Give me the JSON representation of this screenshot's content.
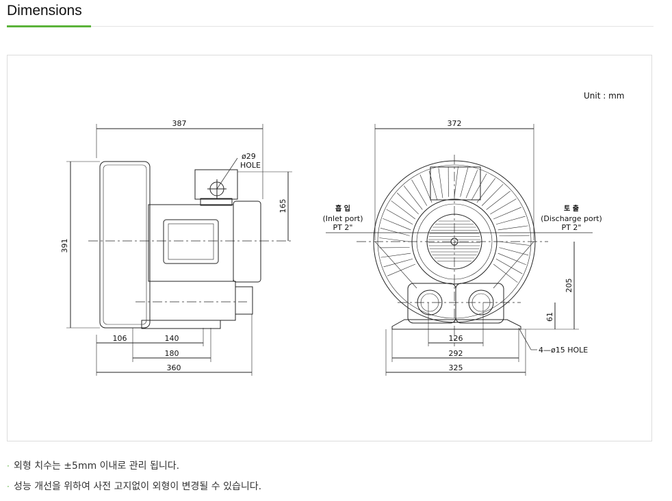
{
  "header": {
    "title": "Dimensions"
  },
  "figure": {
    "unit_label": "Unit : mm",
    "side_view": {
      "dims": {
        "total_length": "387",
        "height": "391",
        "top_offset": "165",
        "base_106": "106",
        "base_140": "140",
        "base_180": "180",
        "base_360": "360"
      },
      "hole": {
        "dia": "ø29",
        "label": "HOLE"
      }
    },
    "front_view": {
      "dims": {
        "width": "372",
        "height_205": "205",
        "height_61": "61",
        "d126": "126",
        "d292": "292",
        "d325": "325"
      },
      "inlet": {
        "kr": "흡 입",
        "en": "(Inlet port)",
        "size": "PT 2\""
      },
      "discharge": {
        "kr": "토 출",
        "en": "(Discharge port)",
        "size": "PT 2\""
      },
      "mount_hole": "4—ø15 HOLE"
    }
  },
  "notes": [
    "외형 치수는 ±5mm 이내로 관리 됩니다.",
    "성능 개선을 위하여 사전 고지없이 외형이 변경될 수 있습니다."
  ]
}
